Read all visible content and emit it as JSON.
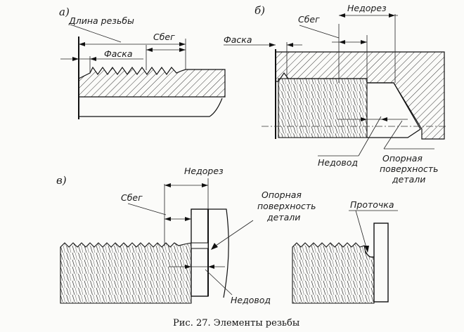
{
  "labels": {
    "panel_a": "а)",
    "panel_b": "б)",
    "panel_c": "в)",
    "thread_length": "Длина резьбы",
    "chamfer_a": "Фаска",
    "runout_a": "Сбег",
    "chamfer_b": "Фаска",
    "runout_b": "Сбег",
    "undercut_b": "Недорез",
    "underrun_b": "Недовод",
    "support_b_1": "Опорная",
    "support_b_2": "поверхность",
    "support_b_3": "детали",
    "runout_c": "Сбег",
    "undercut_c": "Недорез",
    "support_c_1": "Опорная",
    "support_c_2": "поверхность",
    "support_c_3": "детали",
    "underrun_c": "Недовод",
    "groove_c": "Проточка"
  },
  "caption": "Рис. 27. Элементы резьбы"
}
